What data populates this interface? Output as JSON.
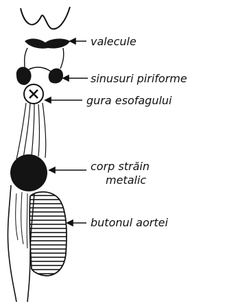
{
  "labels": {
    "valecule": "valecule",
    "sinusuri": "sinusuri piriforme",
    "gura": "gura esofagului",
    "corp_line1": "corp străin",
    "corp_line2": "metalic",
    "butonul": "butonul aortei"
  },
  "colors": {
    "ink": "#111111",
    "background": "#ffffff",
    "foreign_body": "#141414"
  }
}
